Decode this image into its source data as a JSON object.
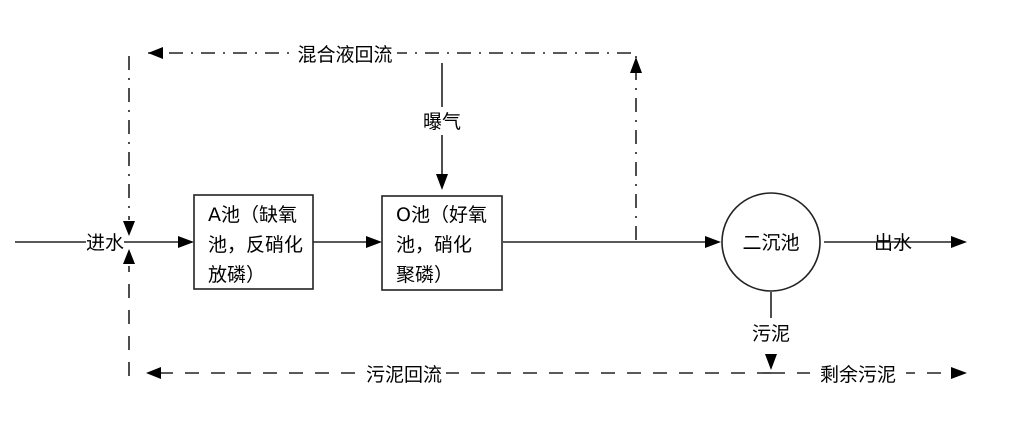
{
  "nodes": {
    "inlet": "进水",
    "a_tank": [
      "A池（缺氧",
      "池，反硝化",
      "放磷）"
    ],
    "o_tank": [
      "O池（好氧",
      "池，硝化",
      "聚磷）"
    ],
    "clarifier": "二沉池",
    "outlet": "出水",
    "aeration": "曝气",
    "sludge": "污泥"
  },
  "flows": {
    "mixed_liquor_return": "混合液回流",
    "sludge_return": "污泥回流",
    "excess_sludge": "剩余污泥"
  }
}
